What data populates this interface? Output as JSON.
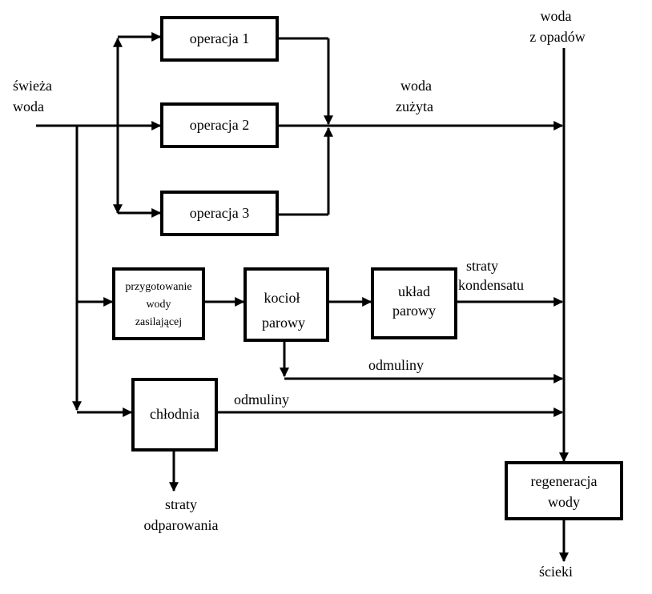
{
  "labels": {
    "fresh_water": [
      "świeża",
      "woda"
    ],
    "rain_water": [
      "woda",
      "z opadów"
    ],
    "used_water": [
      "woda",
      "zużyta"
    ],
    "condensate_losses": [
      "straty",
      "kondensatu"
    ],
    "sludge_boiler": "odmuliny",
    "sludge_cooler": "odmuliny",
    "evaporation_losses": [
      "straty",
      "odparowania"
    ],
    "wastewater": "ścieki"
  },
  "boxes": {
    "operation_1": [
      "operacja 1"
    ],
    "operation_2": [
      "operacja 2"
    ],
    "operation_3": [
      "operacja 3"
    ],
    "feedwater_prep": [
      "przygotowanie",
      "wody",
      "zasilającej"
    ],
    "boiler": [
      "kocioł",
      "parowy"
    ],
    "steam_system": [
      "układ",
      "parowy"
    ],
    "cooling_tower": [
      "chłodnia"
    ],
    "water_regeneration": [
      "regeneracja",
      "wody"
    ]
  }
}
